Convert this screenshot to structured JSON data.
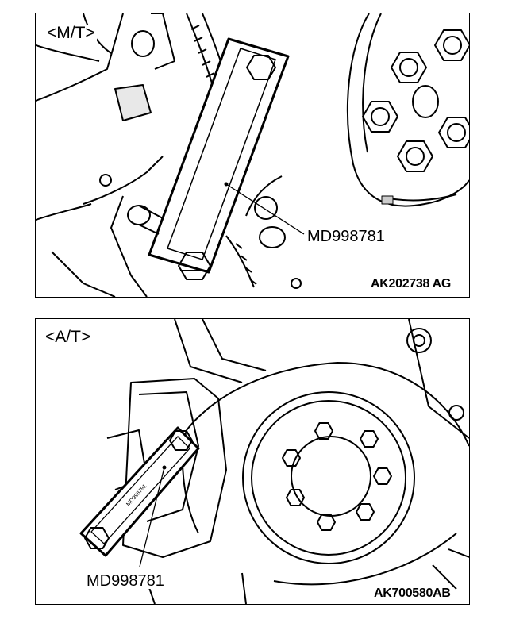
{
  "panels": [
    {
      "label": "<M/T>",
      "tool_label": "MD998781",
      "figure_code": "AK202738 AG"
    },
    {
      "label": "<A/T>",
      "tool_label": "MD998781",
      "figure_code": "AK700580AB",
      "tool_engraving": "MD998781"
    }
  ]
}
